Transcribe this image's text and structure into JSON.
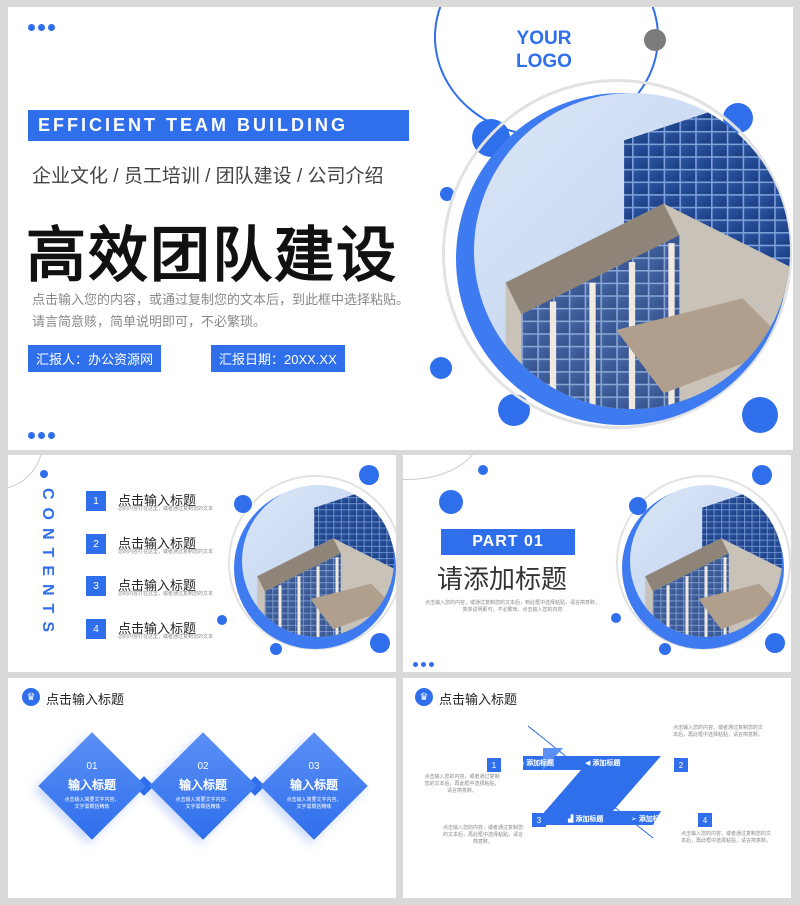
{
  "slide1": {
    "logo": [
      "YOUR",
      "LOGO"
    ],
    "banner": "EFFICIENT TEAM BUILDING",
    "subtitle": "企业文化 / 员工培训 / 团队建设 / 公司介绍",
    "title": "高效团队建设",
    "desc": "点击输入您的内容，或通过复制您的文本后，到此框中选择粘贴。请言简意赅，简单说明即可，不必繁琐。",
    "reporter": "汇报人：办公资源网",
    "date": "汇报日期：20XX.XX"
  },
  "slide2": {
    "vertical_label": "CONTENTS",
    "items": [
      {
        "num": "1",
        "title": "点击输入标题",
        "desc": "您的内容打在这里，或者通过复制您的文本"
      },
      {
        "num": "2",
        "title": "点击输入标题",
        "desc": "您的内容打在这里，或者通过复制您的文本"
      },
      {
        "num": "3",
        "title": "点击输入标题",
        "desc": "您的内容打在这里，或者通过复制您的文本"
      },
      {
        "num": "4",
        "title": "点击输入标题",
        "desc": "您的内容打在这里，或者通过复制您的文本"
      }
    ]
  },
  "slide3": {
    "part": "PART 01",
    "title": "请添加标题",
    "desc": "点击输入您的内容，或通过复制您的文本后，到此框中选择粘贴。请言简意赅，简单说明即可，不必繁琐。点击输入您的内容"
  },
  "slide4": {
    "header": "点击输入标题",
    "diamonds": [
      {
        "num": "01",
        "title": "输入标题",
        "desc": "点击输入简要文字内容，文字需概括精炼"
      },
      {
        "num": "02",
        "title": "输入标题",
        "desc": "点击输入简要文字内容，文字需概括精炼"
      },
      {
        "num": "03",
        "title": "输入标题",
        "desc": "点击输入简要文字内容，文字需概括精炼"
      }
    ]
  },
  "slide5": {
    "header": "点击输入标题",
    "labels": [
      "添加标题",
      "添加标题",
      "添加标题",
      "添加标题"
    ],
    "nums": [
      "1",
      "2",
      "3",
      "4"
    ],
    "texts": [
      "点击输入您的内容，或者通过复制您的文本后，再此框中选择粘贴，请言简意赅。",
      "点击输入您的内容，或者通过复制您的文本后，再此框中选择粘贴，请言简意赅。",
      "点击输入您的内容，或者通过复制您的文本后，再此框中选择粘贴，请言简意赅。",
      "点击输入您的内容，或者通过复制您的文本后，再此框中选择粘贴，请言简意赅。"
    ]
  },
  "colors": {
    "accent": "#2f6fec",
    "text": "#222222",
    "muted": "#888888"
  }
}
